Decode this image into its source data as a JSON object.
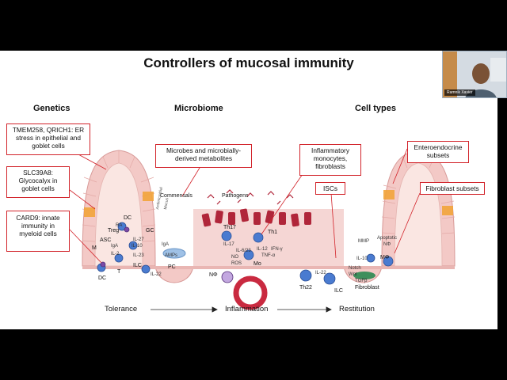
{
  "slide": {
    "title": "Controllers of mucosal immunity",
    "sections": {
      "genetics": "Genetics",
      "microbiome": "Microbiome",
      "cell_types": "Cell types"
    },
    "callouts": {
      "tmem": "TMEM258, QRICH1: ER stress in epithelial and goblet cells",
      "slc": "SLC39A8: Glycocalyx in goblet cells",
      "card": "CARD9: innate immunity in myeloid cells",
      "microbes": "Microbes and microbially-derived metabolites",
      "inflammatory": "Inflammatory monocytes, fibroblasts",
      "iscs": "ISCs",
      "entero": "Enteroendocrine subsets",
      "fibro": "Fibroblast subsets"
    },
    "diagram_labels": {
      "commensals": "Commensals",
      "pathogens": "Pathogens",
      "dc_top": "DC",
      "ra": "RA",
      "treg": "Treg",
      "il27": "IL-27",
      "il10": "IL-10",
      "gc": "GC",
      "asc": "ASC",
      "iga1": "IgA",
      "m": "M",
      "il2": "IL-2",
      "t": "T",
      "dc_bottom": "DC",
      "il23": "IL-23",
      "ilc_left": "ILC",
      "il22_left": "IL-22",
      "iga2": "IgA",
      "amps": "AMPs",
      "pc": "PC",
      "antimicrobial": "Antimicrobial",
      "mucus": "Mucus",
      "th17": "Th17",
      "il17": "IL-17",
      "il623": "IL-6/23",
      "no": "NO",
      "ros": "ROS",
      "th1": "Th1",
      "il12": "IL-12",
      "ifng": "IFN-γ",
      "tnfa": "TNF-α",
      "mo": "Mo",
      "nphi": "NΦ",
      "il22_mid": "IL-22",
      "th22": "Th22",
      "ilc_mid": "ILC",
      "mmp": "MMP",
      "apoptotic": "Apoptotic",
      "nphi2": "NΦ",
      "il10_right": "IL-10",
      "mphi": "MΦ",
      "notch": "Notch",
      "wnt": "Wnt",
      "tgfb": "TGFβ",
      "fibroblast": "Fibroblast"
    },
    "bottom": {
      "tolerance": "Tolerance",
      "inflammation": "Inflammation",
      "restitution": "Restitution"
    }
  },
  "participant": {
    "name": "Ramnik Xavier"
  },
  "colors": {
    "callout_border": "#d2232a",
    "epithelium": "#f2c4c4",
    "pathogen": "#b0263a",
    "immune_cell": "#4a7bd0",
    "goblet": "#f2a43a"
  }
}
